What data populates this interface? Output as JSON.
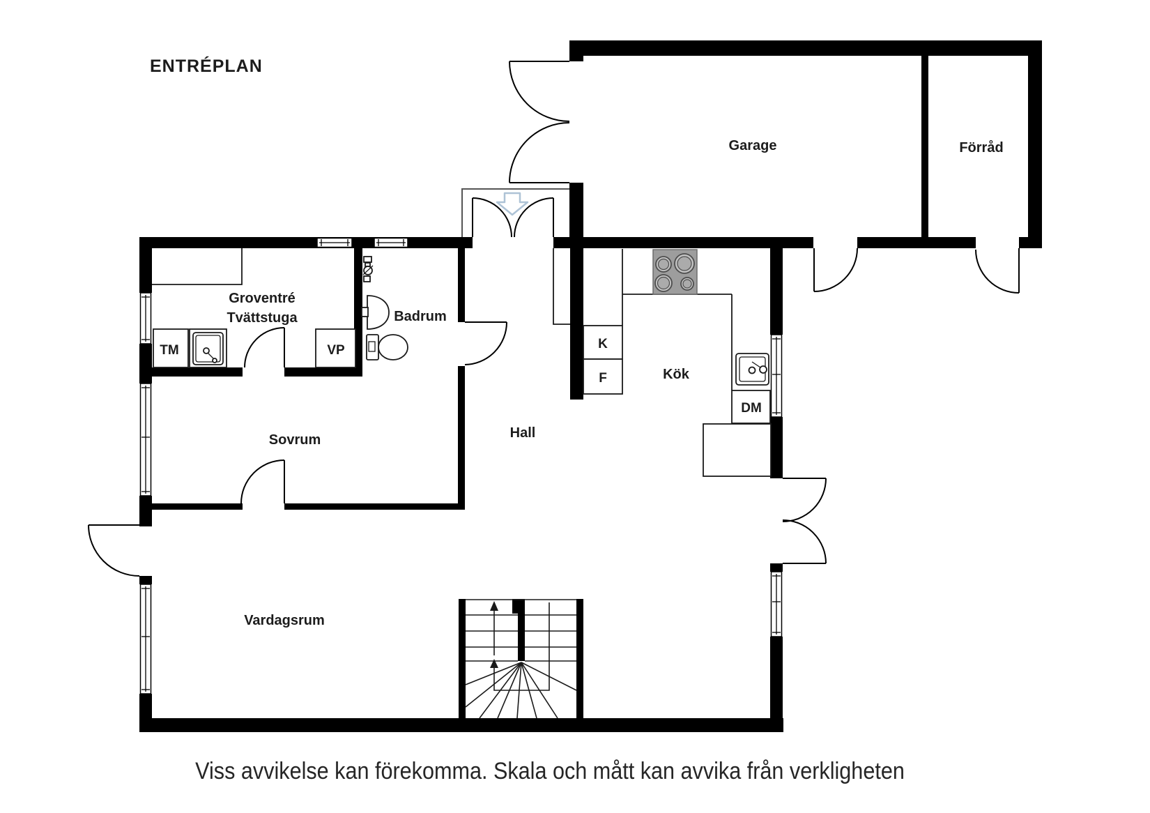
{
  "title": "ENTRÉPLAN",
  "rooms": {
    "garage": "Garage",
    "forrad": "Förråd",
    "groventre": [
      "Groventré",
      "Tvättstuga"
    ],
    "badrum": "Badrum",
    "hall": "Hall",
    "kok": "Kök",
    "sovrum": "Sovrum",
    "vardagsrum": "Vardagsrum"
  },
  "appliances": {
    "tm": "TM",
    "vp": "VP",
    "kyl": "K",
    "frys": "F",
    "dm": "DM"
  },
  "footer": {
    "disclaimer": "Viss avvikelse kan förekomma. Skala och mått kan avvika från verkligheten"
  },
  "colors": {
    "wall": "#000000",
    "label_text": "#1c1c1c",
    "entry_arrow_stroke": "#aec3d6",
    "stove_fill": "#9d9d9d",
    "stove_burner_ring": "#4d4d4d"
  }
}
